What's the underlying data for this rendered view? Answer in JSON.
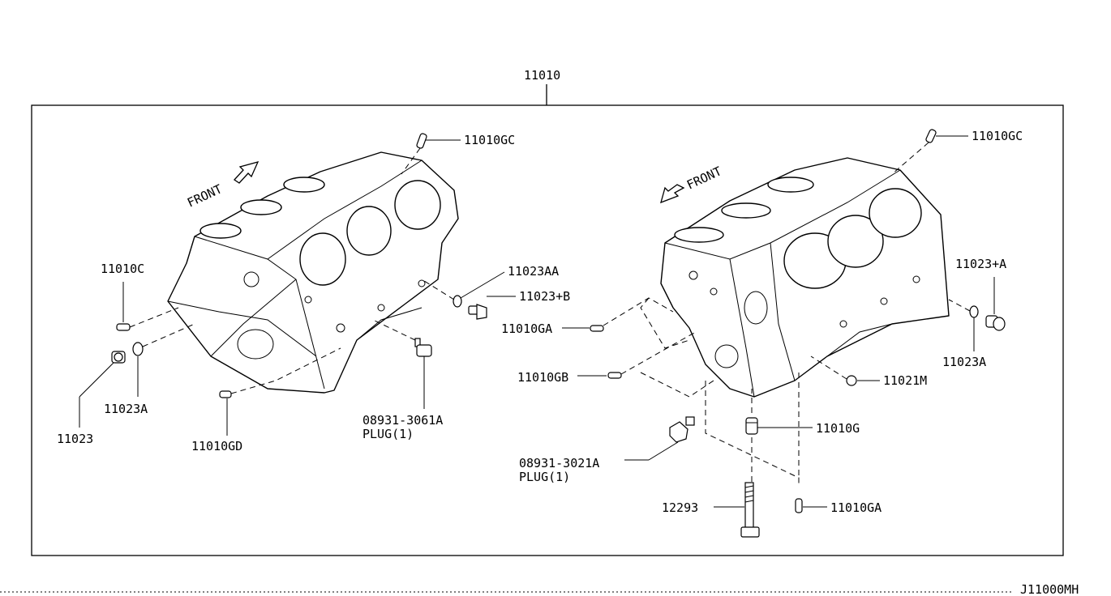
{
  "labels": {
    "assembly": "11010",
    "drawing_code": "J11000MH",
    "left": {
      "front": "FRONT",
      "gc": "11010GC",
      "aa": "11023AA",
      "plus_b": "11023+B",
      "c": "11010C",
      "a": "11023A",
      "plain": "11023",
      "gd": "11010GD",
      "plug_num": "08931-3061A",
      "plug_txt": "PLUG(1)"
    },
    "right": {
      "front": "FRONT",
      "gc": "11010GC",
      "plus_a": "11023+A",
      "a": "11023A",
      "ga_top": "11010GA",
      "gb": "11010GB",
      "m": "11021M",
      "g": "11010G",
      "plug_num": "08931-3021A",
      "plug_txt": "PLUG(1)",
      "bolt": "12293",
      "ga_bottom": "11010GA"
    }
  }
}
